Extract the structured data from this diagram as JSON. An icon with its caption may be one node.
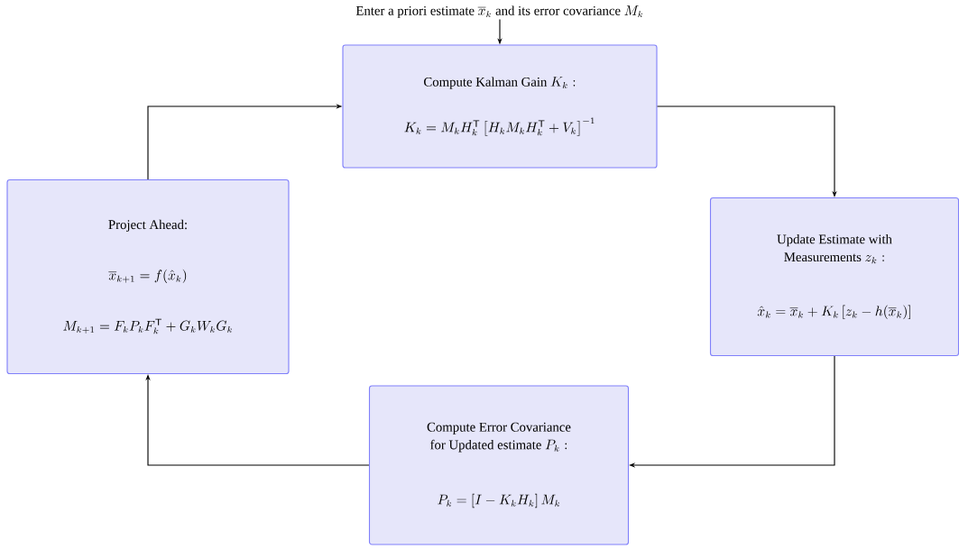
{
  "diagram": {
    "nodes": [
      {
        "text": [
          "Enter a priori estimate",
          "\\overline{x}_k",
          "and its error covariance",
          "M_k"
        ]
      },
      {
        "text": [
          "Compute Kalman Gain",
          "K_k :",
          "K_k = M_k H_k^{\\mathsf{T}} \\left[H_k M_k H_k^{\\mathsf{T}} + V_k\\right]^{-1}"
        ]
      },
      {
        "text": [
          "Update Estimate with Measurements",
          "z_k :",
          "\\hat{x}_k = \\overline{x}_k + K_k \\left[z_k - h(\\overline{x}_k)\\right]"
        ]
      },
      {
        "text": [
          "Project Ahead:",
          "\\overline{x}_{k+1} = f(\\hat{x}_k)",
          "M_{k+1} = F_k P_k F_k^{\\mathsf{T}} + G_k W_k G_k"
        ]
      },
      {
        "text": [
          "Compute Error Covariance for Updated estimate",
          "P_k :",
          "P_k = \\left[I - K_k H_k\\right] M_k"
        ]
      }
    ],
    "edges": [
      {
        "from": 0,
        "to": 1,
        "arrow": "to"
      },
      {
        "from": 1,
        "to": 2,
        "arrow": "to"
      },
      {
        "from": 2,
        "to": 4,
        "arrow": "to"
      },
      {
        "from": 4,
        "to": 3,
        "arrow": "to"
      },
      {
        "from": 3,
        "to": 1,
        "arrow": "to"
      }
    ]
  }
}
